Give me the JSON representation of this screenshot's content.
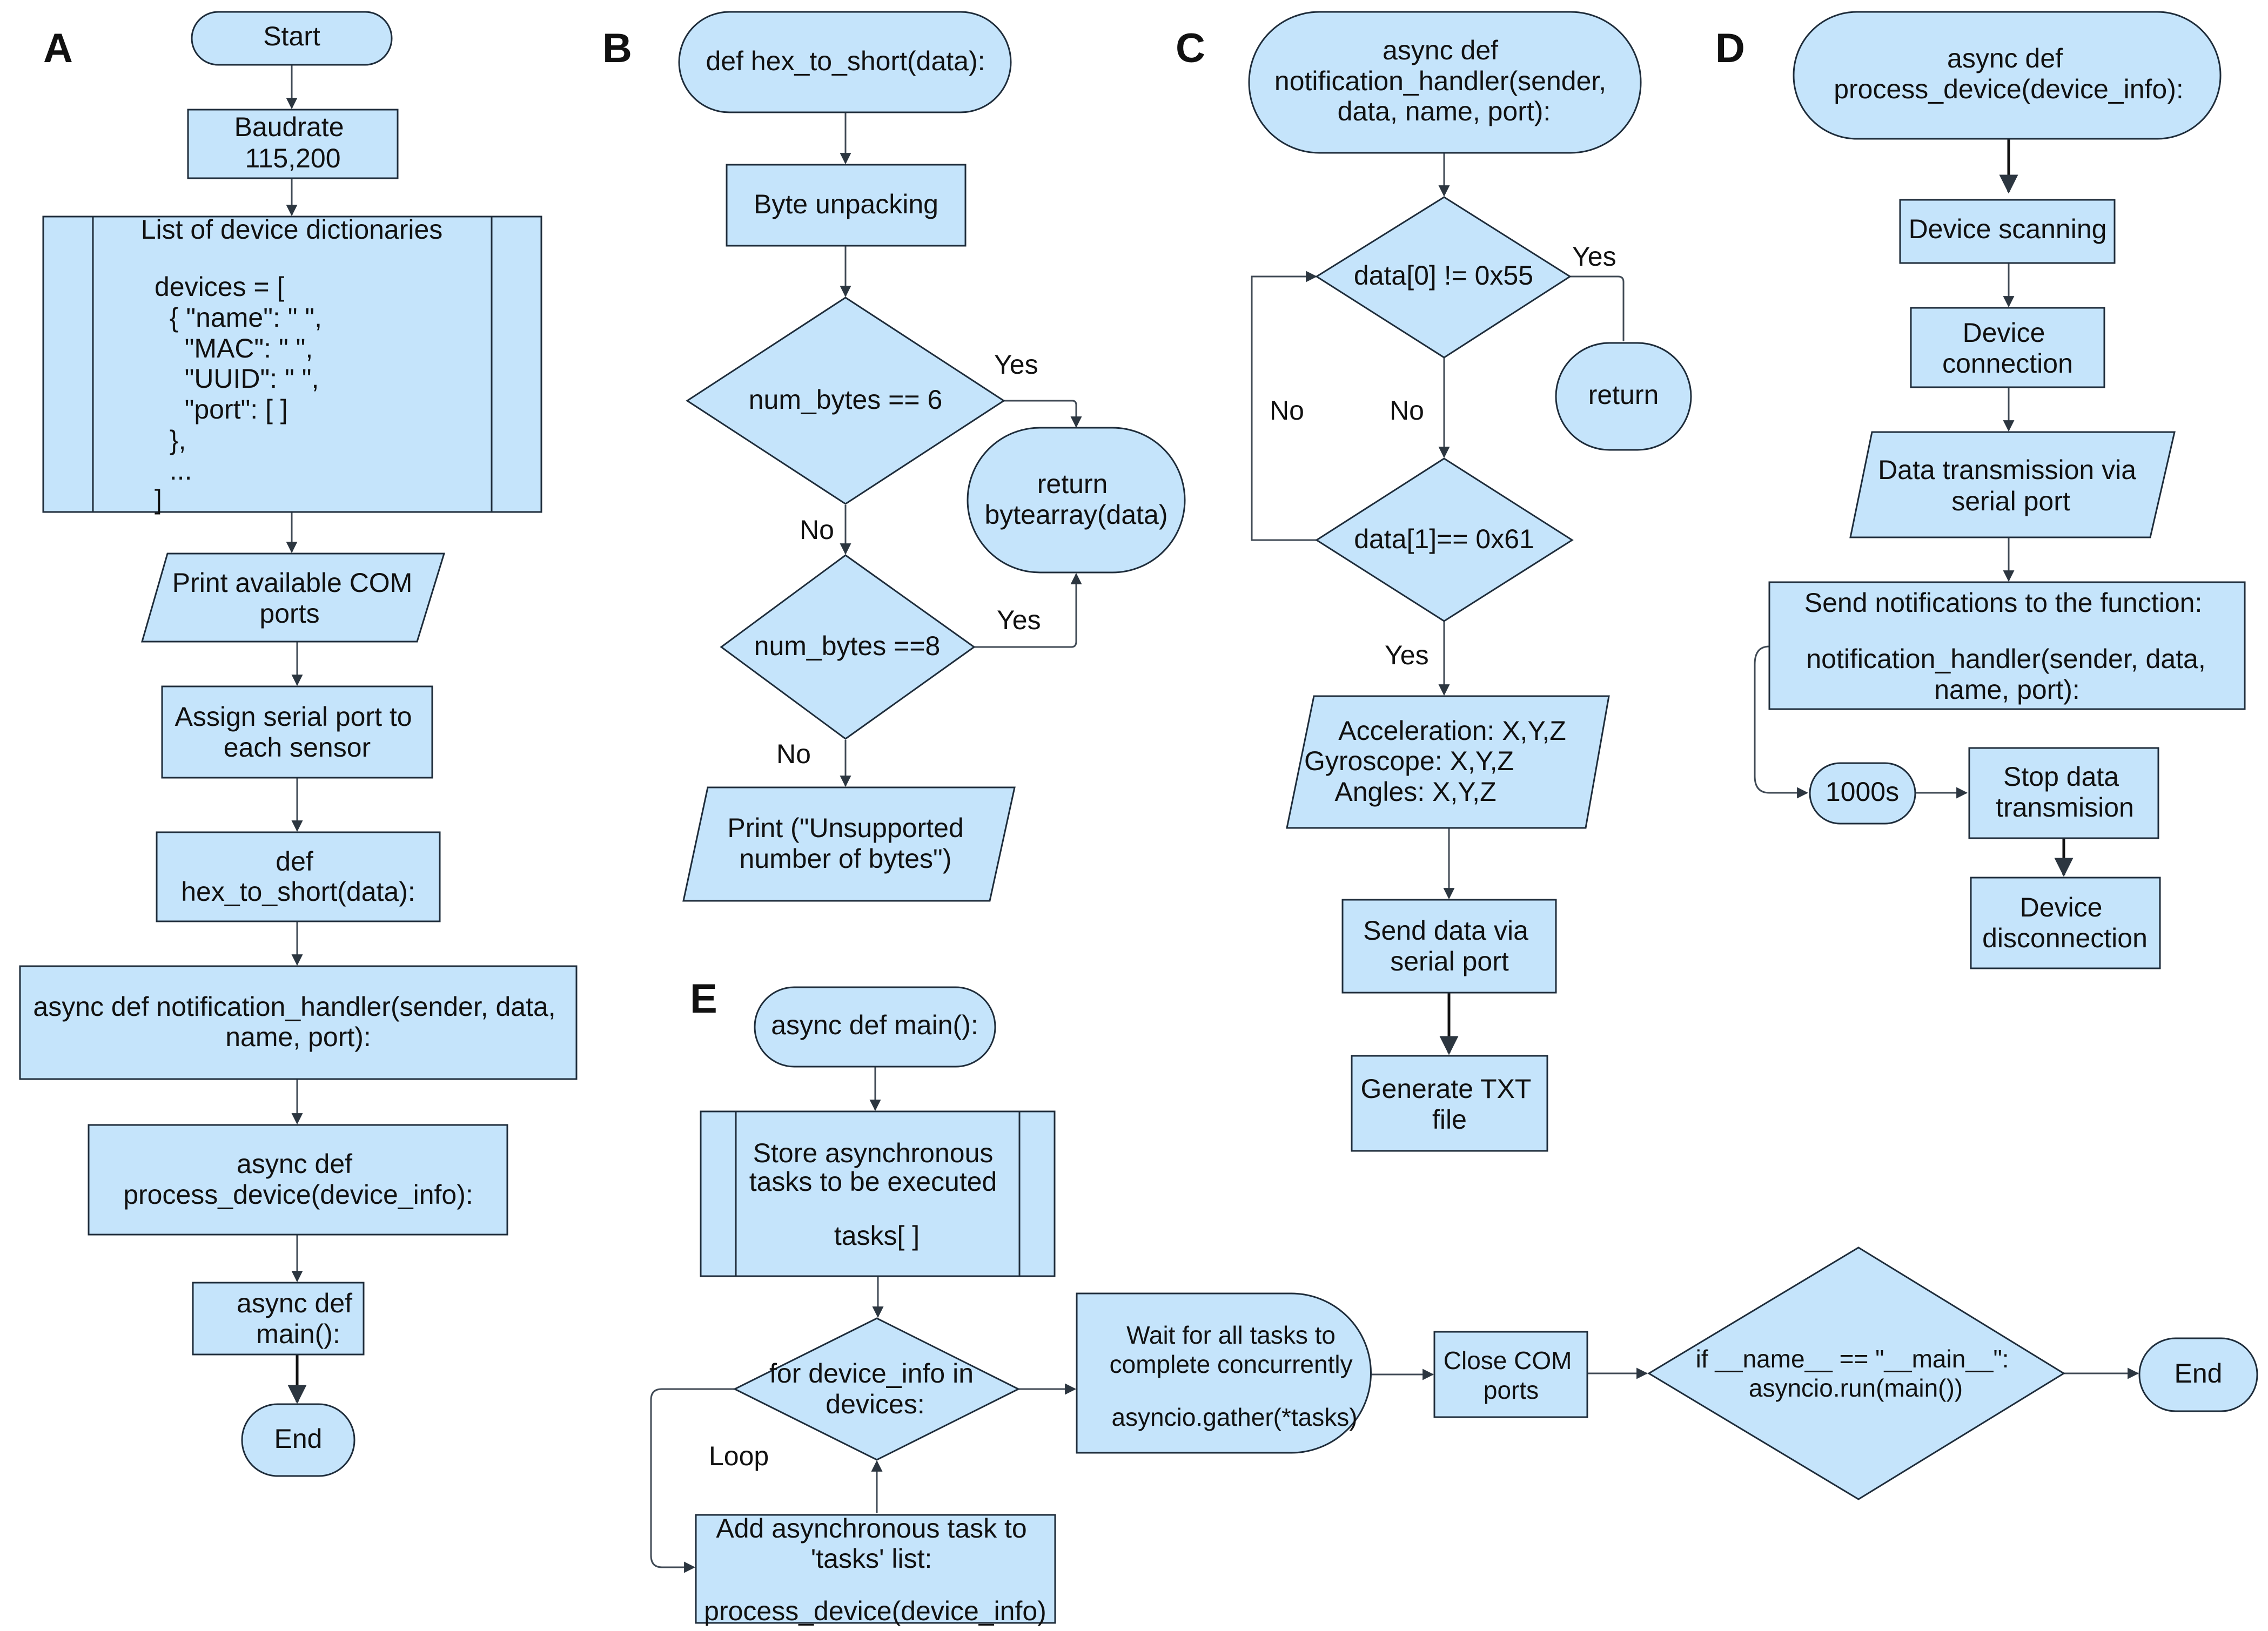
{
  "panels": {
    "a": "A",
    "b": "B",
    "c": "C",
    "d": "D",
    "e": "E"
  },
  "panel_a": {
    "start": "Start",
    "baudrate": [
      "Baudrate",
      "115,200"
    ],
    "device_list": [
      "List of device dictionaries",
      "",
      "devices = [",
      "  { \"name\": \" \",",
      "    \"MAC\": \" \",",
      "    \"UUID\": \" \",",
      "    \"port\": [ ]",
      "  },",
      "  ...",
      "]"
    ],
    "print_ports": [
      "Print available COM",
      "ports"
    ],
    "assign_port": [
      "Assign serial port to",
      "each sensor"
    ],
    "hex_to_short": [
      "def",
      "hex_to_short(data):"
    ],
    "notification_handler": [
      "async def notification_handler(sender, data,",
      "name, port):"
    ],
    "process_device": [
      "async def",
      "process_device(device_info):"
    ],
    "main": [
      "async def",
      "main():"
    ],
    "end": "End"
  },
  "panel_b": {
    "def": "def hex_to_short(data):",
    "unpack": "Byte unpacking",
    "cond6": "num_bytes == 6",
    "cond8": "num_bytes ==8",
    "ret": [
      "return",
      "bytearray(data)"
    ],
    "unsupported": [
      "Print (\"Unsupported",
      "number of bytes\")"
    ],
    "yes1": "Yes",
    "yes2": "Yes",
    "no1": "No",
    "no2": "No"
  },
  "panel_c": {
    "def": [
      "async def",
      "notification_handler(sender,",
      "data, name, port):"
    ],
    "cond0": "data[0] != 0x55",
    "cond1": "data[1]== 0x61",
    "ret": "return",
    "output": [
      "Acceleration: X,Y,Z",
      "Gyroscope: X,Y,Z",
      "Angles: X,Y,Z"
    ],
    "send": [
      "Send data via",
      "serial port"
    ],
    "txt": [
      "Generate TXT",
      "file"
    ],
    "yes_top": "Yes",
    "no_loop": "No",
    "no_mid": "No",
    "yes_bottom": "Yes"
  },
  "panel_d": {
    "def": [
      "async def",
      "process_device(device_info):"
    ],
    "scan": "Device scanning",
    "connect": [
      "Device",
      "connection"
    ],
    "transmit": [
      "Data transmission via",
      "serial port"
    ],
    "notify": [
      "Send notifications to the function:",
      "",
      "notification_handler(sender, data,",
      "name, port):"
    ],
    "delay": "1000s",
    "stop": [
      "Stop data",
      "transmision"
    ],
    "disconnect": [
      "Device",
      "disconnection"
    ]
  },
  "panel_e": {
    "main": "async def main():",
    "store": [
      "Store asynchronous",
      "tasks to be executed",
      "",
      "tasks[ ]"
    ],
    "loop_cond": [
      "for device_info in",
      "devices:"
    ],
    "add_task": [
      "Add asynchronous task to",
      "'tasks' list:",
      "",
      "process_device(device_info)"
    ],
    "loop": "Loop",
    "wait": [
      "Wait for all tasks to",
      "complete concurrently",
      "",
      "asyncio.gather(*tasks)"
    ],
    "close": [
      "Close COM",
      "ports"
    ],
    "if_main": [
      "if __name__ == \"__main__\":",
      "asyncio.run(main())"
    ],
    "end": "End"
  }
}
